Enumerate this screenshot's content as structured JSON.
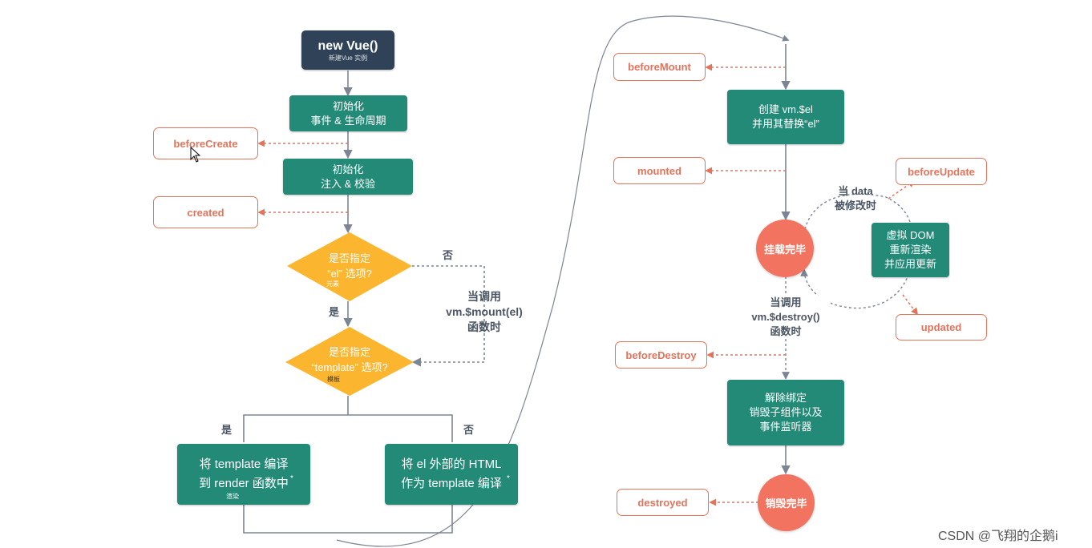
{
  "left": {
    "new_vue": {
      "title": "new Vue()",
      "sub": "新建Vue 实例"
    },
    "init_events": [
      "初始化",
      "事件 & 生命周期"
    ],
    "init_inject": [
      "初始化",
      "注入 & 校验"
    ],
    "before_create": "beforeCreate",
    "created": "created",
    "decision_el": {
      "line1": "是否指定",
      "line2": "“el” 选项?",
      "note": "元素"
    },
    "decision_template": {
      "line1": "是否指定",
      "line2": "“template” 选项?",
      "note": "模板"
    },
    "no_label_1": "否",
    "yes_label_1": "是",
    "mount_call": [
      "当调用",
      "vm.$mount(el)",
      "函数时"
    ],
    "yes_label_2": "是",
    "no_label_2": "否",
    "compile_template": [
      "将 template 编译",
      "到 render 函数中"
    ],
    "compile_template_note": "渲染",
    "compile_outer": [
      "将 el 外部的 HTML",
      "作为 template 编译"
    ],
    "asterisk": "*"
  },
  "right": {
    "before_mount": "beforeMount",
    "create_el": [
      "创建  vm.$el",
      "并用其替换“el”"
    ],
    "mounted": "mounted",
    "data_change": [
      "当 data",
      "被修改时"
    ],
    "before_update": "beforeUpdate",
    "mounted_done": "挂载完毕",
    "virtual_dom": [
      "虚拟 DOM",
      "重新渲染",
      "并应用更新"
    ],
    "updated": "updated",
    "destroy_call": [
      "当调用",
      "vm.$destroy()",
      "函数时"
    ],
    "before_destroy": "beforeDestroy",
    "teardown": [
      "解除绑定",
      "销毁子组件以及",
      "事件监听器"
    ],
    "destroyed": "destroyed",
    "destroy_done": "销毁完毕"
  },
  "watermark": "CSDN @飞翔的企鹅i",
  "colors": {
    "green": "#238a78",
    "navy": "#2f4258",
    "hook": "#e4735b",
    "circle": "#f27460",
    "decision": "#fbb52f",
    "line": "#7b8594"
  }
}
